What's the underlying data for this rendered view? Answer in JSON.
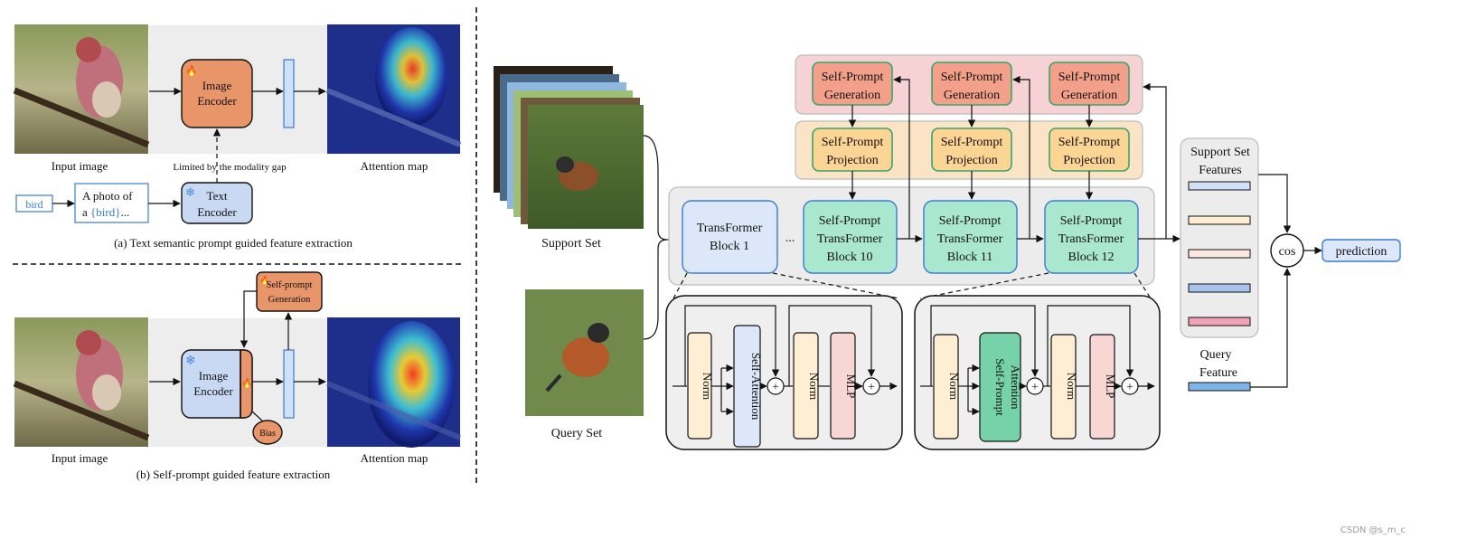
{
  "colors": {
    "accent_blue": "#3a7bd5",
    "encoder_orange": "#e8956a",
    "frozen_blue": "#c9d9f3",
    "pink_band": "#f6d2d4",
    "yellow_band": "#fbe3c5",
    "gen_fill": "#f3a08b",
    "proj_fill": "#fcd494",
    "green_block": "#a9e8cf",
    "attn_green": "#76d3a9",
    "norm_fill": "#fdeed4",
    "mlp_fill": "#f7d6d3",
    "gray_panel": "#ececec"
  },
  "icons": [
    "flame-icon",
    "snowflake-icon",
    "bird-photo",
    "attention-heatmap",
    "robin-photo"
  ],
  "panel_a": {
    "input_label": "Input image",
    "image_encoder": [
      "Image",
      "Encoder"
    ],
    "gap_label": "Limited by the modality gap",
    "attention_label": "Attention map",
    "bird_tag": "bird",
    "prompt_line1": "A  photo of",
    "prompt_line2_prefix": "a ",
    "prompt_line2_token": "{bird}",
    "prompt_line2_suffix": "...",
    "text_encoder": [
      "Text",
      "Encoder"
    ],
    "caption": "(a) Text semantic prompt guided feature extraction"
  },
  "panel_b": {
    "self_prompt_gen": [
      "Self-prompt",
      "Generation"
    ],
    "image_encoder": [
      "Image",
      "Encoder"
    ],
    "bias_label": "Bias",
    "input_label": "Input image",
    "attention_label": "Attention map",
    "caption": "(b) Self-prompt guided feature extraction"
  },
  "right": {
    "support_label": "Support Set",
    "query_label": "Query Set",
    "gen_label": [
      "Self-Prompt",
      "Generation"
    ],
    "proj_label": [
      "Self-Prompt",
      "Projection"
    ],
    "block1": [
      "TransFormer",
      "Block 1"
    ],
    "ellipsis": "...",
    "block10": [
      "Self-Prompt",
      "TransFormer",
      "Block 10"
    ],
    "block11": [
      "Self-Prompt",
      "TransFormer",
      "Block 11"
    ],
    "block12": [
      "Self-Prompt",
      "TransFormer",
      "Block 12"
    ],
    "norm": "Norm",
    "self_attention": "Self-Attention",
    "self_prompt_attention": [
      "Self-Prompt",
      "Attention"
    ],
    "mlp": "MLP",
    "support_features": [
      "Support Set",
      "Features"
    ],
    "query_feature": [
      "Query",
      "Feature"
    ],
    "cos": "cos",
    "prediction": "prediction",
    "watermark": "CSDN @s_m_c"
  }
}
